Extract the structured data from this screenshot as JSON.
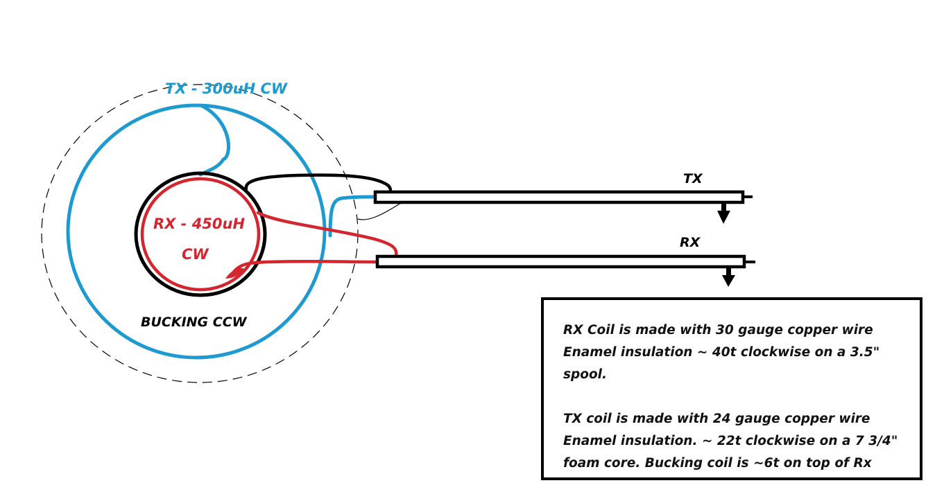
{
  "colors": {
    "tx_coil": "#1e9ad0",
    "rx_coil": "#d3262e",
    "bucking_coil": "#000000",
    "outline": "#000000",
    "background": "#ffffff"
  },
  "labels": {
    "tx_coil": "TX - 300uH CW",
    "rx_coil_line1": "RX - 450uH",
    "rx_coil_line2": "CW",
    "bucking_coil": "BUCKING CCW",
    "tx_cable": "TX",
    "rx_cable": "RX"
  },
  "symbols": {
    "tx_ground": "ground-arrow",
    "rx_ground": "ground-arrow"
  },
  "notes": {
    "rx_description": "RX Coil is made with 30 gauge copper wire\nEnamel insulation ~ 40t clockwise on a 3.5\"\nspool.",
    "tx_description": "TX coil is made with 24 gauge copper wire\nEnamel insulation. ~ 22t clockwise on a 7 3/4\"\nfoam core. Bucking coil is ~6t on top of Rx"
  }
}
